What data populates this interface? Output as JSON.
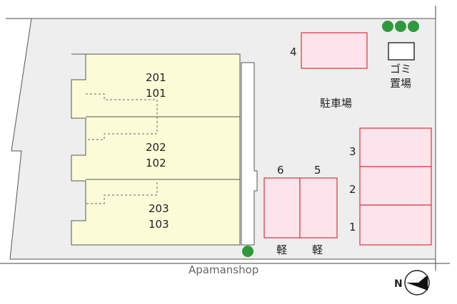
{
  "title": "",
  "building": {
    "units": [
      {
        "upper": "201",
        "lower": "101"
      },
      {
        "upper": "202",
        "lower": "102"
      },
      {
        "upper": "203",
        "lower": "103"
      }
    ]
  },
  "parking": {
    "area_label": "駐車場",
    "spaces": [
      {
        "number": "1",
        "note": ""
      },
      {
        "number": "2",
        "note": ""
      },
      {
        "number": "3",
        "note": ""
      },
      {
        "number": "4",
        "note": ""
      },
      {
        "number": "5",
        "note": "軽"
      },
      {
        "number": "6",
        "note": "軽"
      }
    ]
  },
  "garbage": {
    "line1": "ゴミ",
    "line2": "置場"
  },
  "watermark": "Apamanshop",
  "compass": {
    "label": "N"
  },
  "colors": {
    "lot_fill": "#eeeeee",
    "building_fill": "#fbfbd8",
    "parking_fill": "#fde4ec",
    "parking_stroke": "#d9323c",
    "tree": "#2e9a3c"
  }
}
